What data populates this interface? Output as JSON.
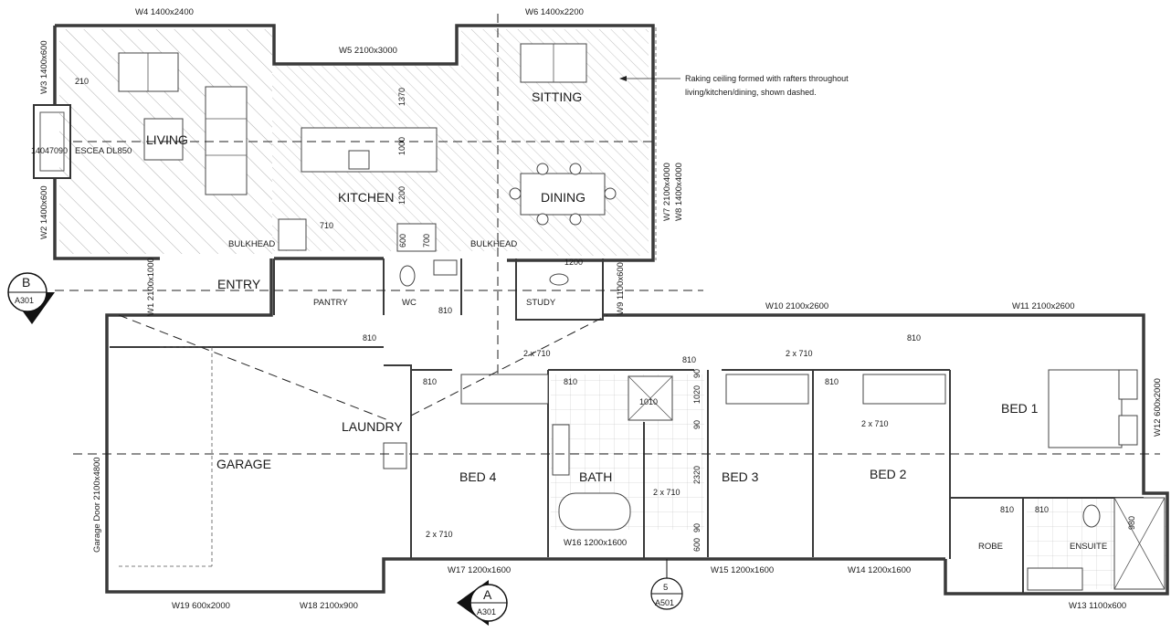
{
  "rooms": {
    "living": "LIVING",
    "kitchen": "KITCHEN",
    "sitting": "SITTING",
    "dining": "DINING",
    "entry": "ENTRY",
    "pantry": "PANTRY",
    "wc": "WC",
    "study": "STUDY",
    "laundry": "LAUNDRY",
    "garage": "GARAGE",
    "bed4": "BED 4",
    "bath": "BATH",
    "bed3": "BED 3",
    "bed2": "BED 2",
    "bed1": "BED 1",
    "robe": "ROBE",
    "ensuite": "ENSUITE"
  },
  "windows": {
    "w1": "W1 2100x1000",
    "w2": "W2 1400x600",
    "w3": "W3 1400x600",
    "w4": "W4 1400x2400",
    "w5": "W5 2100x3000",
    "w6": "W6 1400x2200",
    "w7": "W7 2100x4000",
    "w8": "W8 1400x4000",
    "w9": "W9 1100x600",
    "w10": "W10 2100x2600",
    "w11": "W11 2100x2600",
    "w12": "W12 600x2000",
    "w13": "W13 1100x600",
    "w14": "W14 1200x1600",
    "w15": "W15 1200x1600",
    "w16": "W16 1200x1600",
    "w17": "W17 1200x1600",
    "w18": "W18 2100x900",
    "w19": "W19 600x2000",
    "garage_door": "Garage Door 2100x4800"
  },
  "dimensions": {
    "d210": "210",
    "fire_dims": "1404",
    "fire_dims2": "7090",
    "d1370": "1370",
    "d1000": "1000",
    "d1200": "1200",
    "d710": "710",
    "d600": "600",
    "d700": "700",
    "d1200b": "1200",
    "d810_wc": "810",
    "d810_hall": "810",
    "d810_laundry": "810",
    "d2x710_a": "2 x 710",
    "d810_bath": "810",
    "d1010": "1010",
    "d810_top": "810",
    "d90_a": "90",
    "d1020": "1020",
    "d90_b": "90",
    "d2320": "2320",
    "d90_c": "90",
    "d600b": "600",
    "d2x710_b": "2 x 710",
    "d2x710_c": "2 x 710",
    "d810_bed3": "810",
    "d2x710_d": "2 x 710",
    "d810_bed1": "810",
    "d810_robe": "810",
    "d810_ens": "810",
    "d980": "980",
    "d2x710_bed4": "2 x 710"
  },
  "annotations": {
    "fireplace": "ESCEA DL850",
    "bulkhead_left": "BULKHEAD",
    "bulkhead_right": "BULKHEAD",
    "ceiling_note_1": "Raking ceiling formed with rafters throughout",
    "ceiling_note_2": "living/kitchen/dining, shown dashed."
  },
  "section_marks": {
    "b_letter": "B",
    "b_ref": "A301",
    "a_letter": "A",
    "a_ref": "A301",
    "five_num": "5",
    "five_ref": "A501"
  }
}
